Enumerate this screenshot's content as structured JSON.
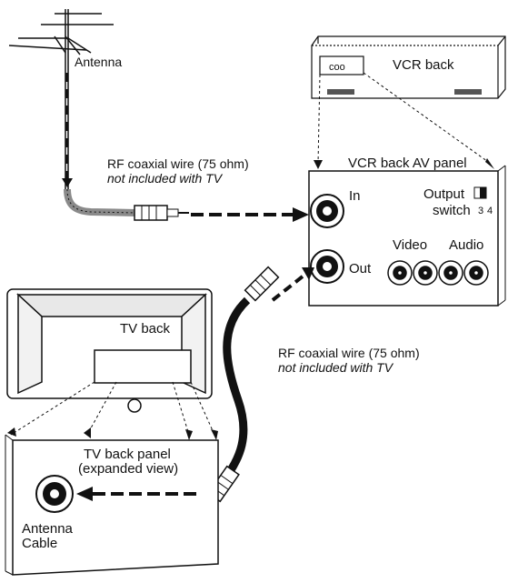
{
  "labels": {
    "antenna": "Antenna",
    "vcr_back": "VCR back",
    "vcr_back_av_panel": "VCR back AV panel",
    "rf_wire_top": "RF coaxial wire (75 ohm)",
    "rf_wire_top_note": "not included with TV",
    "in": "In",
    "out": "Out",
    "output_switch_line1": "Output",
    "output_switch_line2": "switch",
    "switch_channel_a": "3",
    "switch_channel_b": "4",
    "video": "Video",
    "audio": "Audio",
    "tv_back": "TV back",
    "rf_wire_bottom": "RF coaxial wire (75 ohm)",
    "rf_wire_bottom_note": "not included with TV",
    "tv_back_panel_line1": "TV back panel",
    "tv_back_panel_line2": "(expanded view)",
    "antenna_cable_line1": "Antenna",
    "antenna_cable_line2": "Cable",
    "vcr_back_connector_text": "coo"
  },
  "colors": {
    "line": "#111111",
    "cable": "#1a1a1a",
    "cable_gray": "#8a8a8a",
    "panel_fill": "#ffffff",
    "shade": "#d9d9d9"
  }
}
